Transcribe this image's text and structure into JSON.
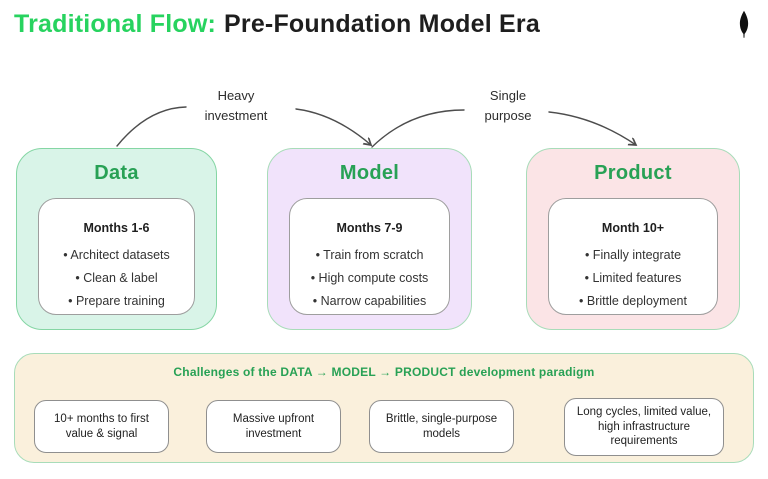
{
  "header": {
    "title_highlight": "Traditional Flow:",
    "title_rest": "Pre-Foundation Model Era"
  },
  "annotations": [
    {
      "line1": "Heavy",
      "line2": "investment"
    },
    {
      "line1": "Single",
      "line2": "purpose"
    }
  ],
  "stages": [
    {
      "title": "Data",
      "period": "Months 1-6",
      "bullets": [
        "• Architect datasets",
        "• Clean & label",
        "• Prepare training"
      ],
      "bg": "#d9f4e8",
      "border": "#85d6a4"
    },
    {
      "title": "Model",
      "period": "Months 7-9",
      "bullets": [
        "• Train from scratch",
        "• High compute costs",
        "• Narrow capabilities"
      ],
      "bg": "#f1e3fb",
      "border": "#a8dcb9"
    },
    {
      "title": "Product",
      "period": "Month 10+",
      "bullets": [
        "• Finally integrate",
        "• Limited features",
        "• Brittle deployment"
      ],
      "bg": "#fbe4e6",
      "border": "#a8dcb9"
    }
  ],
  "challenges": {
    "title": "Challenges of the DATA → MODEL → PRODUCT development paradigm",
    "items": [
      "10+ months to first value & signal",
      "Massive upfront investment",
      "Brittle, single-purpose models",
      "Long cycles, limited value, high infrastructure requirements"
    ]
  },
  "colors": {
    "header_accent_green": "#27d35f",
    "header_text": "#1e1e1e",
    "stage_title_green": "#28a155",
    "challenges_title_green": "#28a155",
    "challenges_bg": "#faf0dc",
    "challenges_border": "#a8dcb9",
    "arrow_stroke": "#4d4d4d",
    "logo_black": "#101010"
  }
}
